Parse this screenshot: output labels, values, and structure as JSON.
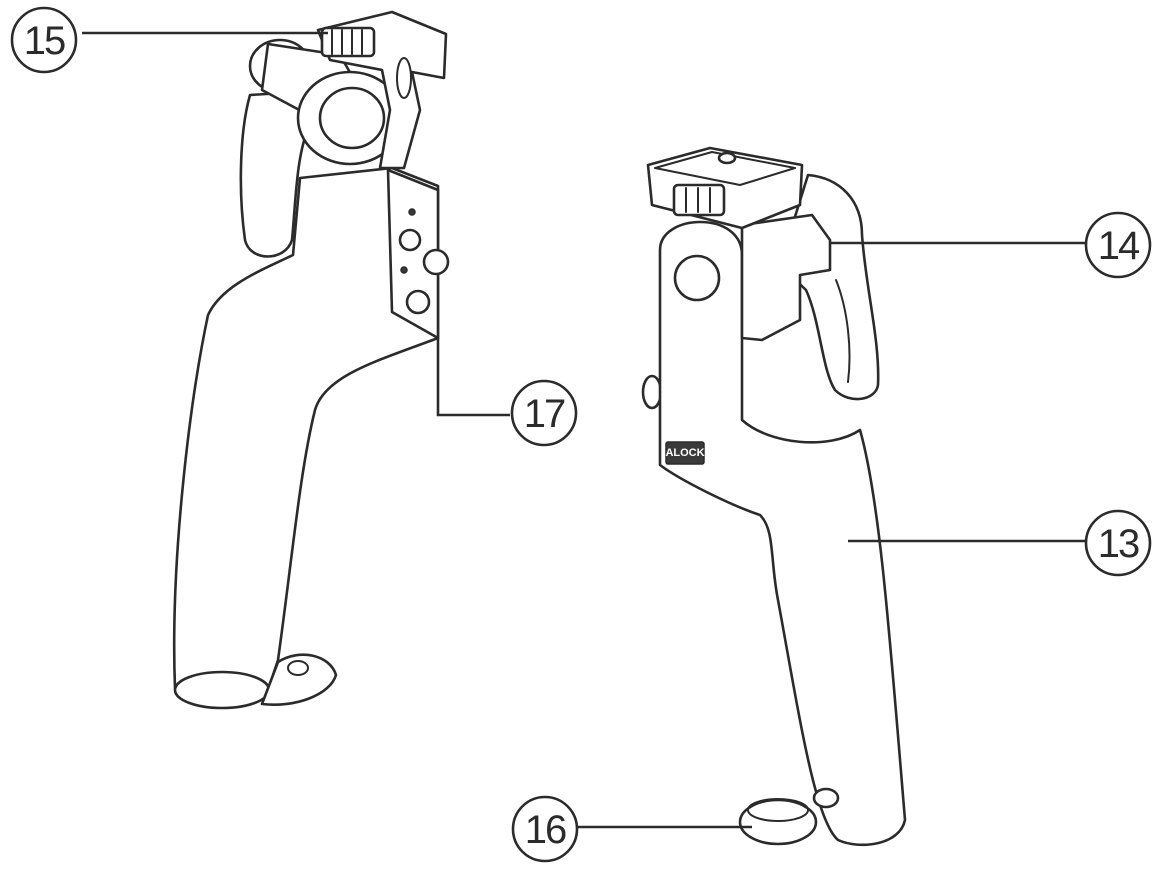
{
  "figure": {
    "callouts": [
      {
        "number": "15",
        "part": "tilt-lock-knob"
      },
      {
        "number": "17",
        "part": "accessory-mount-plate"
      },
      {
        "number": "14",
        "part": "tilt-lever"
      },
      {
        "number": "13",
        "part": "handle"
      },
      {
        "number": "16",
        "part": "base-screw"
      }
    ],
    "brand_mark": "ALOCK",
    "colors": {
      "line": "#2b2b2b",
      "background": "#ffffff"
    }
  }
}
